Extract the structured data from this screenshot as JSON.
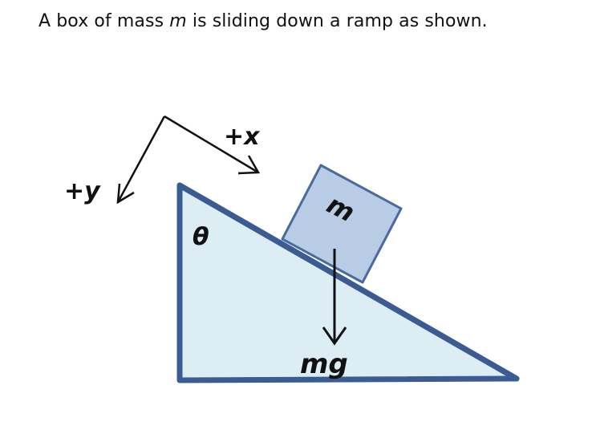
{
  "question": {
    "text_before": "A box of mass ",
    "mass_symbol": "m",
    "text_after": " is sliding down a ramp as shown."
  },
  "diagram": {
    "x_axis_label": "+x",
    "y_axis_label": "+y",
    "angle_label": "θ",
    "box_label": "m",
    "force_label": "mg",
    "colors": {
      "ramp_fill": "#dcedf3",
      "ramp_stroke": "#3a5c92",
      "box_fill": "#b8cce6",
      "box_stroke": "#4a6b9e",
      "ink": "#111111"
    }
  }
}
